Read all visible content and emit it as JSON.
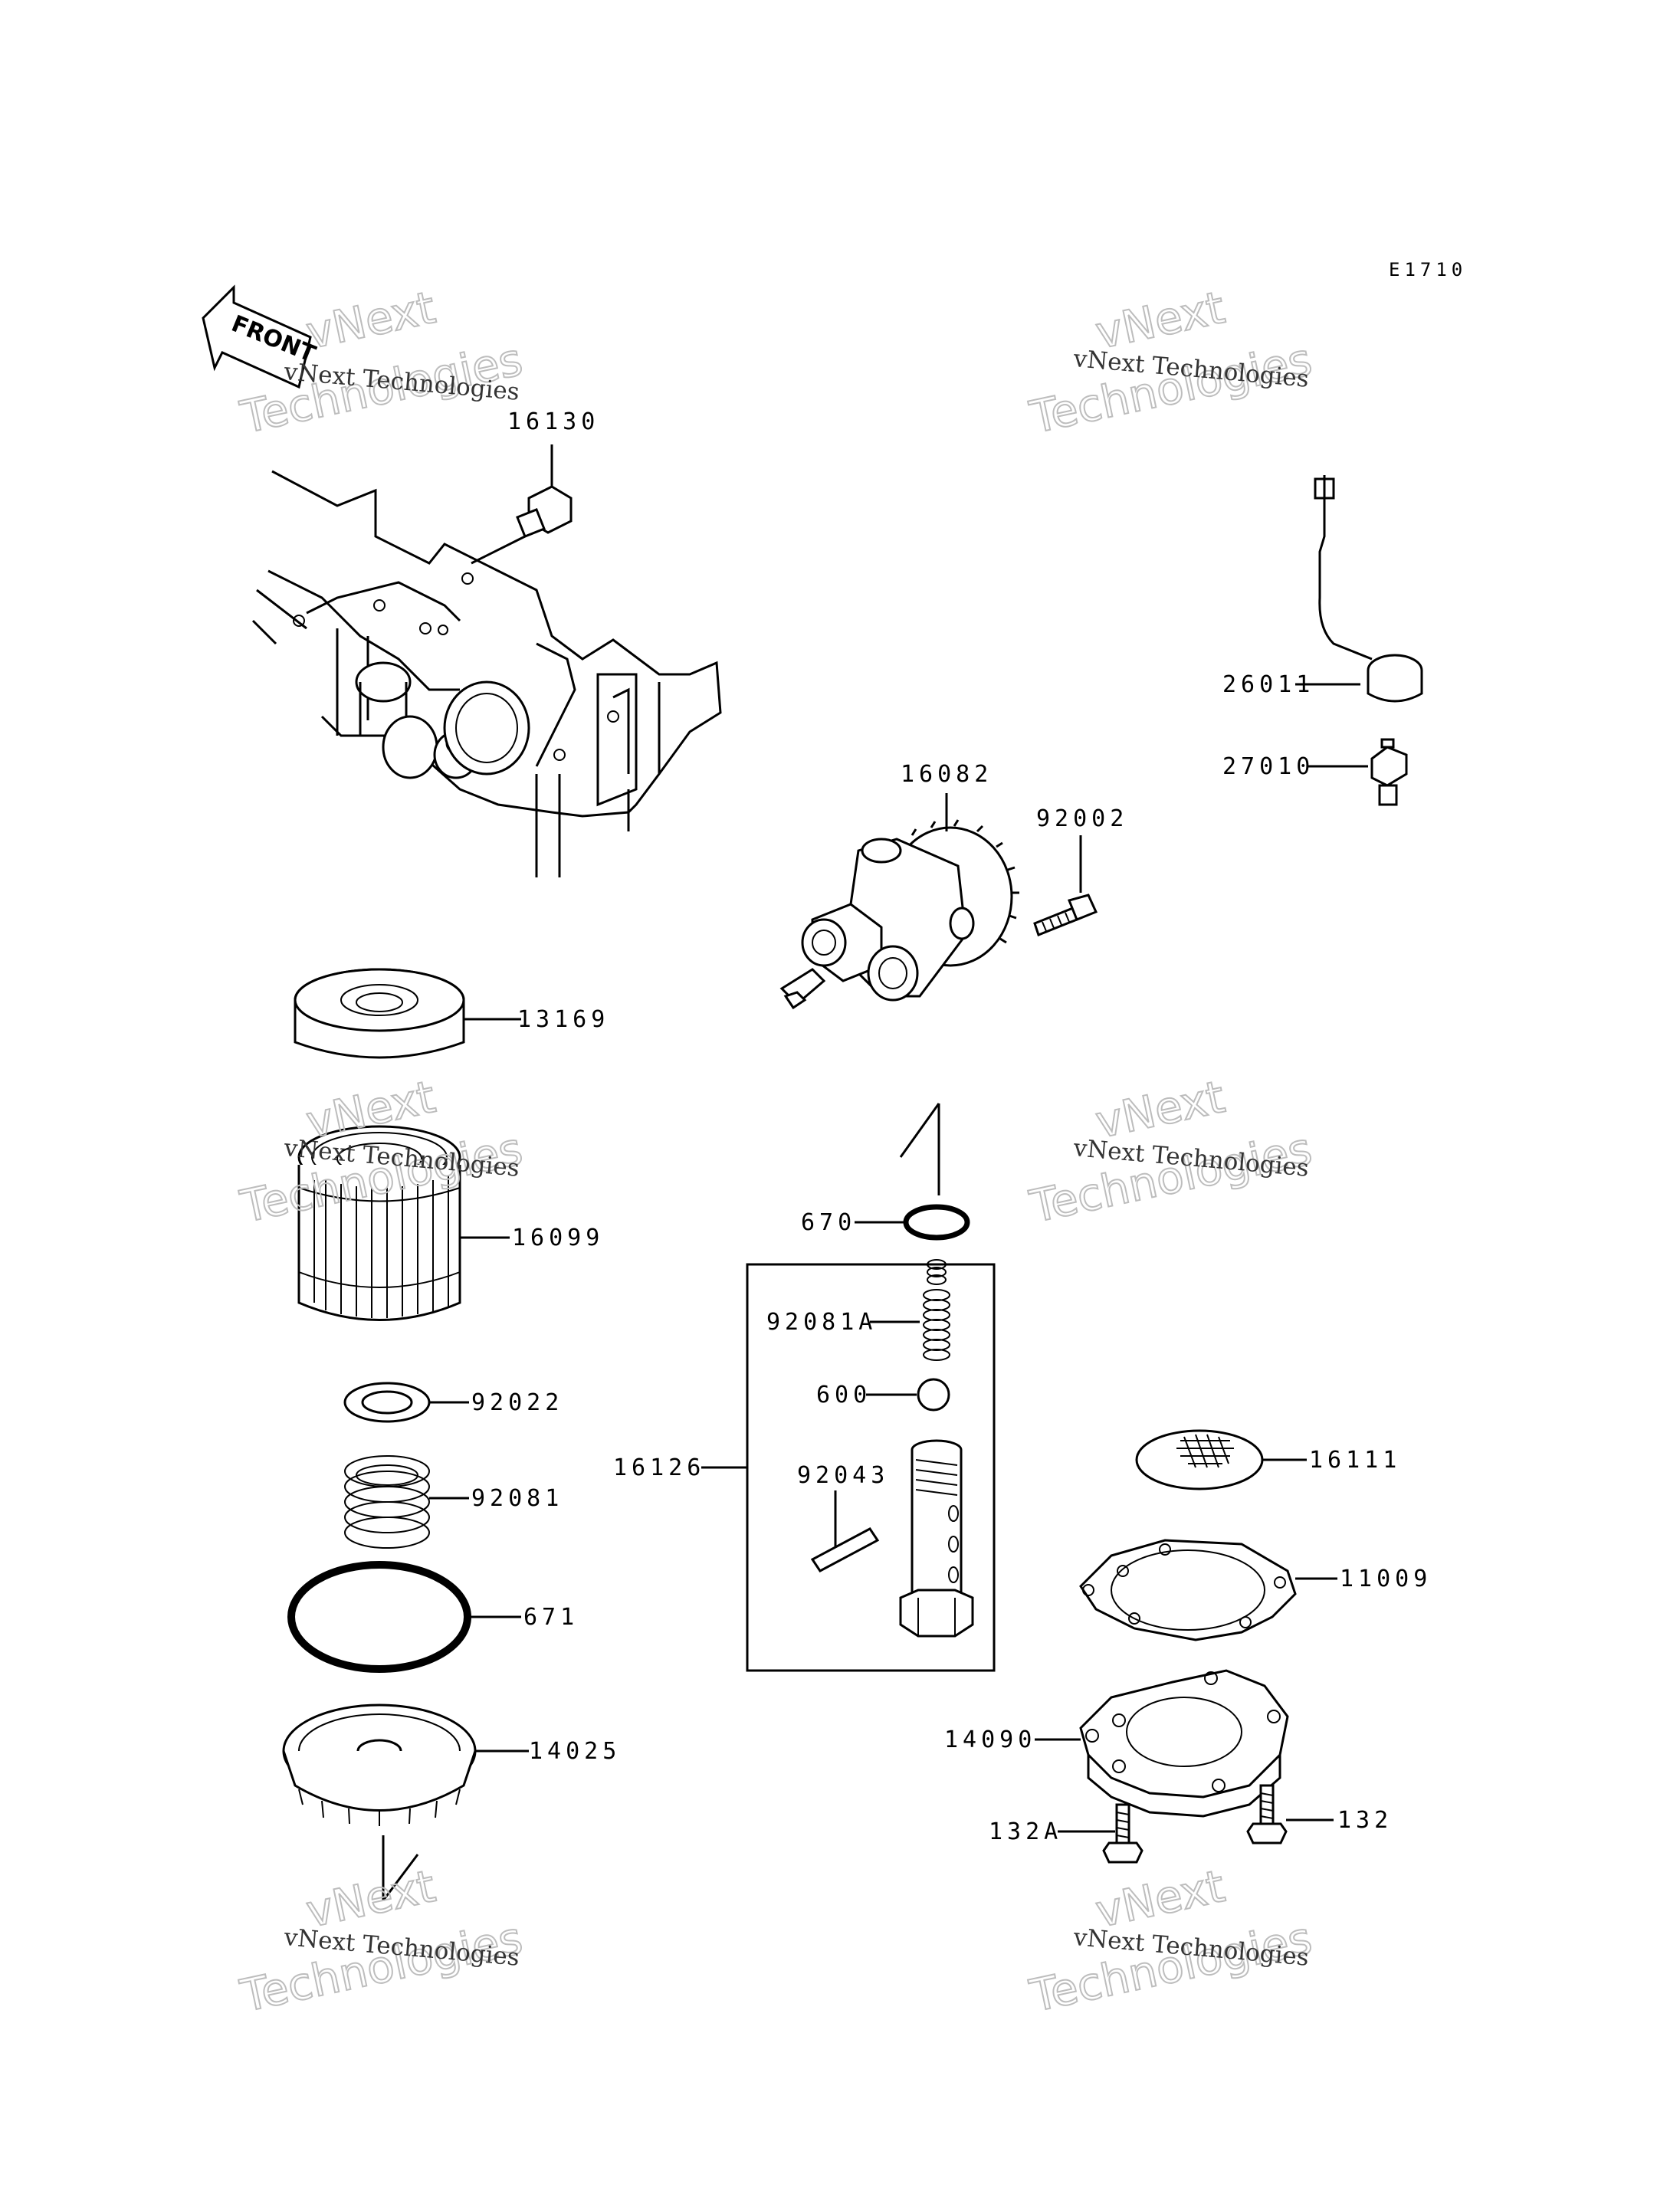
{
  "ref_code": "E1710",
  "front_label": "FRONT",
  "watermark": {
    "line1": "vNext Technologies",
    "line2a": "vNext",
    "line2b": "Technologies"
  },
  "parts": {
    "p16130": "16130",
    "p26011": "26011",
    "p27010": "27010",
    "p16082": "16082",
    "p92002": "92002",
    "p13169": "13169",
    "p16099": "16099",
    "p92022": "92022",
    "p92081": "92081",
    "p671": "671",
    "p14025": "14025",
    "p670": "670",
    "p92081A": "92081A",
    "p600": "600",
    "p16126": "16126",
    "p92043": "92043",
    "p16111": "16111",
    "p11009": "11009",
    "p14090": "14090",
    "p132A": "132A",
    "p132": "132"
  }
}
